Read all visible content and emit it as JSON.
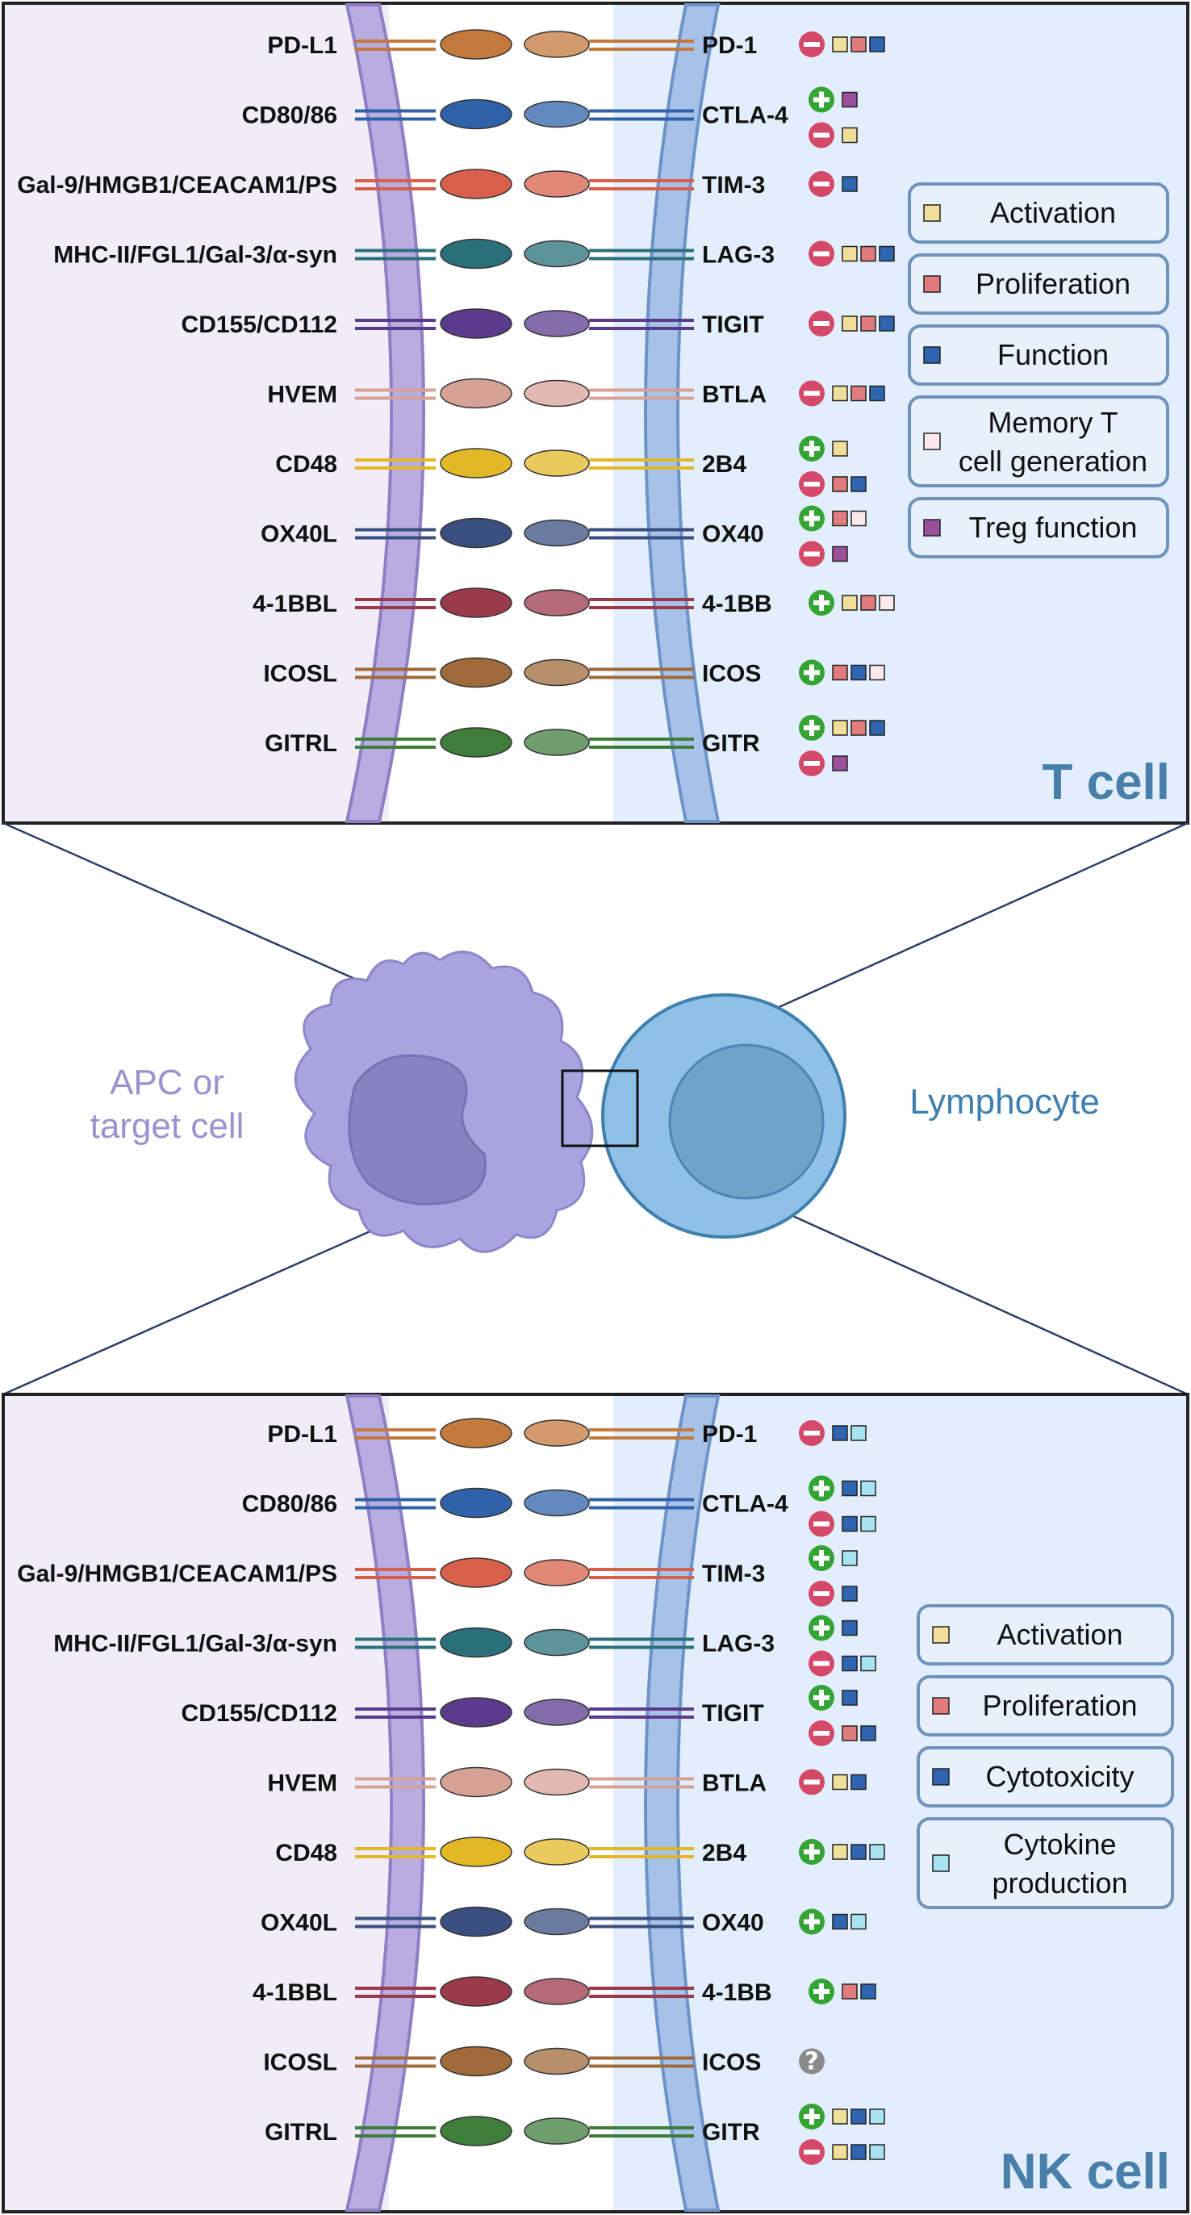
{
  "colors": {
    "activation": "#f0df9a",
    "proliferation": "#e07c7e",
    "function": "#2e64b0",
    "memory": "#fbe9ee",
    "treg": "#9a4f9d",
    "cytokine": "#a9e3f2",
    "plus": "#34a535",
    "minus": "#d4486a",
    "unknown": "#8a8a8a",
    "apc_membrane": "#a79bd6",
    "lymph_membrane": "#8fb0dd",
    "t_label": "#4a7faa"
  },
  "center": {
    "apc_label_line1": "APC or",
    "apc_label_line2": "target cell",
    "lymph_label": "Lymphocyte"
  },
  "tcell": {
    "title": "T cell",
    "legend": [
      {
        "key": "activation",
        "lines": [
          "Activation"
        ]
      },
      {
        "key": "proliferation",
        "lines": [
          "Proliferation"
        ]
      },
      {
        "key": "function",
        "lines": [
          "Function"
        ]
      },
      {
        "key": "memory",
        "lines": [
          "Memory T",
          "cell generation"
        ]
      },
      {
        "key": "treg",
        "lines": [
          "Treg function"
        ]
      }
    ],
    "rows": [
      {
        "ligand": "PD-L1",
        "receptor": "PD-1",
        "effects": [
          {
            "sign": "minus",
            "squares": [
              "activation",
              "proliferation",
              "function"
            ]
          }
        ]
      },
      {
        "ligand": "CD80/86",
        "receptor": "CTLA-4",
        "effects": [
          {
            "sign": "plus",
            "squares": [
              "treg"
            ]
          },
          {
            "sign": "minus",
            "squares": [
              "activation"
            ]
          }
        ]
      },
      {
        "ligand": "Gal-9/HMGB1/CEACAM1/PS",
        "receptor": "TIM-3",
        "effects": [
          {
            "sign": "minus",
            "squares": [
              "function"
            ]
          }
        ]
      },
      {
        "ligand": "MHC-II/FGL1/Gal-3/α-syn",
        "receptor": "LAG-3",
        "effects": [
          {
            "sign": "minus",
            "squares": [
              "activation",
              "proliferation",
              "function"
            ]
          }
        ]
      },
      {
        "ligand": "CD155/CD112",
        "receptor": "TIGIT",
        "effects": [
          {
            "sign": "minus",
            "squares": [
              "activation",
              "proliferation",
              "function"
            ]
          }
        ]
      },
      {
        "ligand": "HVEM",
        "receptor": "BTLA",
        "effects": [
          {
            "sign": "minus",
            "squares": [
              "activation",
              "proliferation",
              "function"
            ]
          }
        ]
      },
      {
        "ligand": "CD48",
        "receptor": "2B4",
        "effects": [
          {
            "sign": "plus",
            "squares": [
              "activation"
            ]
          },
          {
            "sign": "minus",
            "squares": [
              "proliferation",
              "function"
            ]
          }
        ]
      },
      {
        "ligand": "OX40L",
        "receptor": "OX40",
        "effects": [
          {
            "sign": "plus",
            "squares": [
              "proliferation",
              "memory"
            ]
          },
          {
            "sign": "minus",
            "squares": [
              "treg"
            ]
          }
        ]
      },
      {
        "ligand": "4-1BBL",
        "receptor": "4-1BB",
        "effects": [
          {
            "sign": "plus",
            "squares": [
              "activation",
              "proliferation",
              "memory"
            ]
          }
        ]
      },
      {
        "ligand": "ICOSL",
        "receptor": "ICOS",
        "effects": [
          {
            "sign": "plus",
            "squares": [
              "proliferation",
              "function",
              "memory"
            ]
          }
        ]
      },
      {
        "ligand": "GITRL",
        "receptor": "GITR",
        "effects": [
          {
            "sign": "plus",
            "squares": [
              "activation",
              "proliferation",
              "function"
            ]
          },
          {
            "sign": "minus",
            "squares": [
              "treg"
            ]
          }
        ]
      }
    ]
  },
  "nkcell": {
    "title": "NK cell",
    "legend": [
      {
        "key": "activation",
        "lines": [
          "Activation"
        ]
      },
      {
        "key": "proliferation",
        "lines": [
          "Proliferation"
        ]
      },
      {
        "key": "function",
        "lines": [
          "Cytotoxicity"
        ]
      },
      {
        "key": "cytokine",
        "lines": [
          "Cytokine",
          "production"
        ]
      }
    ],
    "rows": [
      {
        "ligand": "PD-L1",
        "receptor": "PD-1",
        "effects": [
          {
            "sign": "minus",
            "squares": [
              "function",
              "cytokine"
            ]
          }
        ]
      },
      {
        "ligand": "CD80/86",
        "receptor": "CTLA-4",
        "effects": [
          {
            "sign": "plus",
            "squares": [
              "function",
              "cytokine"
            ]
          },
          {
            "sign": "minus",
            "squares": [
              "function",
              "cytokine"
            ]
          }
        ]
      },
      {
        "ligand": "Gal-9/HMGB1/CEACAM1/PS",
        "receptor": "TIM-3",
        "effects": [
          {
            "sign": "plus",
            "squares": [
              "cytokine"
            ]
          },
          {
            "sign": "minus",
            "squares": [
              "function"
            ]
          }
        ]
      },
      {
        "ligand": "MHC-II/FGL1/Gal-3/α-syn",
        "receptor": "LAG-3",
        "effects": [
          {
            "sign": "plus",
            "squares": [
              "function"
            ]
          },
          {
            "sign": "minus",
            "squares": [
              "function",
              "cytokine"
            ]
          }
        ]
      },
      {
        "ligand": "CD155/CD112",
        "receptor": "TIGIT",
        "effects": [
          {
            "sign": "plus",
            "squares": [
              "function"
            ]
          },
          {
            "sign": "minus",
            "squares": [
              "proliferation",
              "function"
            ]
          }
        ]
      },
      {
        "ligand": "HVEM",
        "receptor": "BTLA",
        "effects": [
          {
            "sign": "minus",
            "squares": [
              "activation",
              "function"
            ]
          }
        ]
      },
      {
        "ligand": "CD48",
        "receptor": "2B4",
        "effects": [
          {
            "sign": "plus",
            "squares": [
              "activation",
              "function",
              "cytokine"
            ]
          }
        ]
      },
      {
        "ligand": "OX40L",
        "receptor": "OX40",
        "effects": [
          {
            "sign": "plus",
            "squares": [
              "function",
              "cytokine"
            ]
          }
        ]
      },
      {
        "ligand": "4-1BBL",
        "receptor": "4-1BB",
        "effects": [
          {
            "sign": "plus",
            "squares": [
              "proliferation",
              "function"
            ]
          }
        ]
      },
      {
        "ligand": "ICOSL",
        "receptor": "ICOS",
        "effects": [
          {
            "sign": "unknown",
            "squares": []
          }
        ]
      },
      {
        "ligand": "GITRL",
        "receptor": "GITR",
        "effects": [
          {
            "sign": "plus",
            "squares": [
              "activation",
              "function",
              "cytokine"
            ]
          },
          {
            "sign": "minus",
            "squares": [
              "activation",
              "function",
              "cytokine"
            ]
          }
        ]
      }
    ]
  }
}
